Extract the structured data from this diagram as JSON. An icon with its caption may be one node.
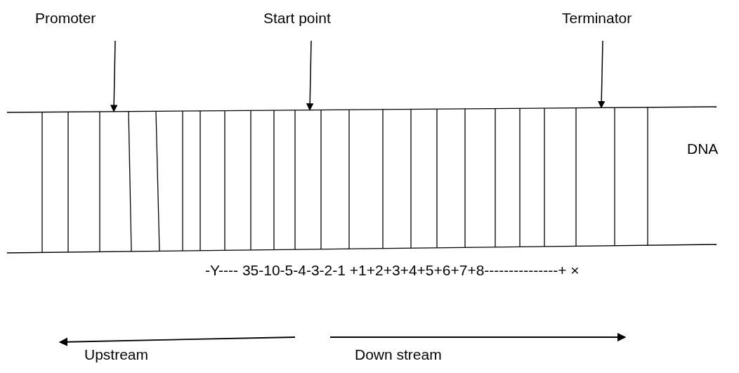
{
  "diagram": {
    "nodes": [
      {
        "text": [
          "Promoter"
        ]
      },
      {
        "text": [
          "Start point"
        ]
      },
      {
        "text": [
          "Terminator"
        ]
      },
      {
        "text": [
          "DNA"
        ]
      }
    ],
    "edges": [
      {
        "from": 0,
        "to": 3,
        "arrow": "to"
      },
      {
        "from": 1,
        "to": 3,
        "arrow": "to"
      },
      {
        "from": 2,
        "to": 3,
        "arrow": "to"
      }
    ],
    "labels": [
      "-Y---- 35-10-5-4-3-2-1 +1+2+3+4+5+6+7+8---------------+ ×",
      "Upstream",
      "Down stream"
    ]
  }
}
